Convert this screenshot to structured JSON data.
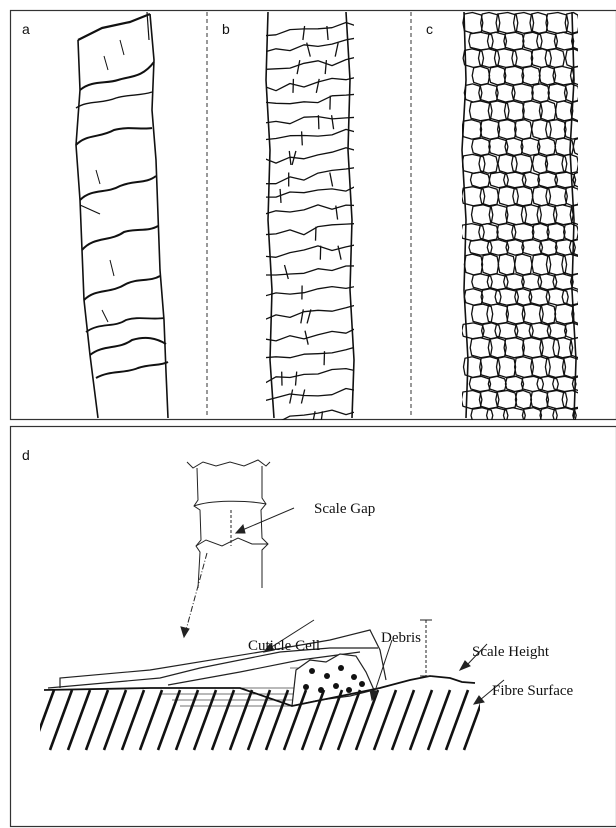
{
  "panels": {
    "a": {
      "label": "a"
    },
    "b": {
      "label": "b"
    },
    "c": {
      "label": "c"
    },
    "d": {
      "label": "d"
    }
  },
  "annotations": {
    "scale_gap": "Scale Gap",
    "cuticle_cell": "Cuticle Cell",
    "debris": "Debris",
    "scale_height": "Scale Height",
    "fibre_surface": "Fibre Surface"
  }
}
